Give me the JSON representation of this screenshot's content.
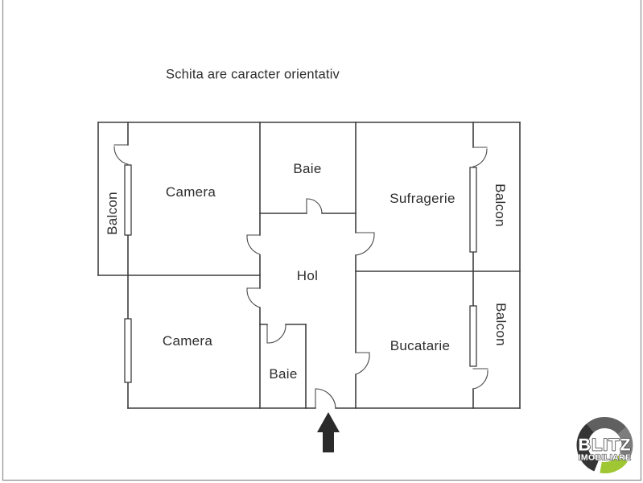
{
  "title": "Schita are caracter orientativ",
  "rooms": {
    "balcon_left": "Balcon",
    "camera_top": "Camera",
    "baie_top": "Baie",
    "sufragerie": "Sufragerie",
    "balcon_right_top": "Balcon",
    "hol": "Hol",
    "camera_bottom": "Camera",
    "baie_bottom": "Baie",
    "bucatarie": "Bucatarie",
    "balcon_right_bottom": "Balcon"
  },
  "icons": {
    "entrance_arrow": "arrow-up-icon"
  },
  "logo": {
    "brand": "BLITZ",
    "tagline": "IMOBILIARE",
    "accent_color": "#9fc733",
    "ring_dark": "#343434",
    "ring_mid": "#606060",
    "ring_light": "#7d7d7d",
    "text_outline": "#4d4d4d"
  },
  "colors": {
    "background": "#ffffff",
    "wall": "#3d3d3d",
    "door": "#4a4a4a",
    "window": "#3d3d3d",
    "text": "#2d2d2d",
    "arrow": "#2b2b2b",
    "frame": "#8f8f8f"
  }
}
